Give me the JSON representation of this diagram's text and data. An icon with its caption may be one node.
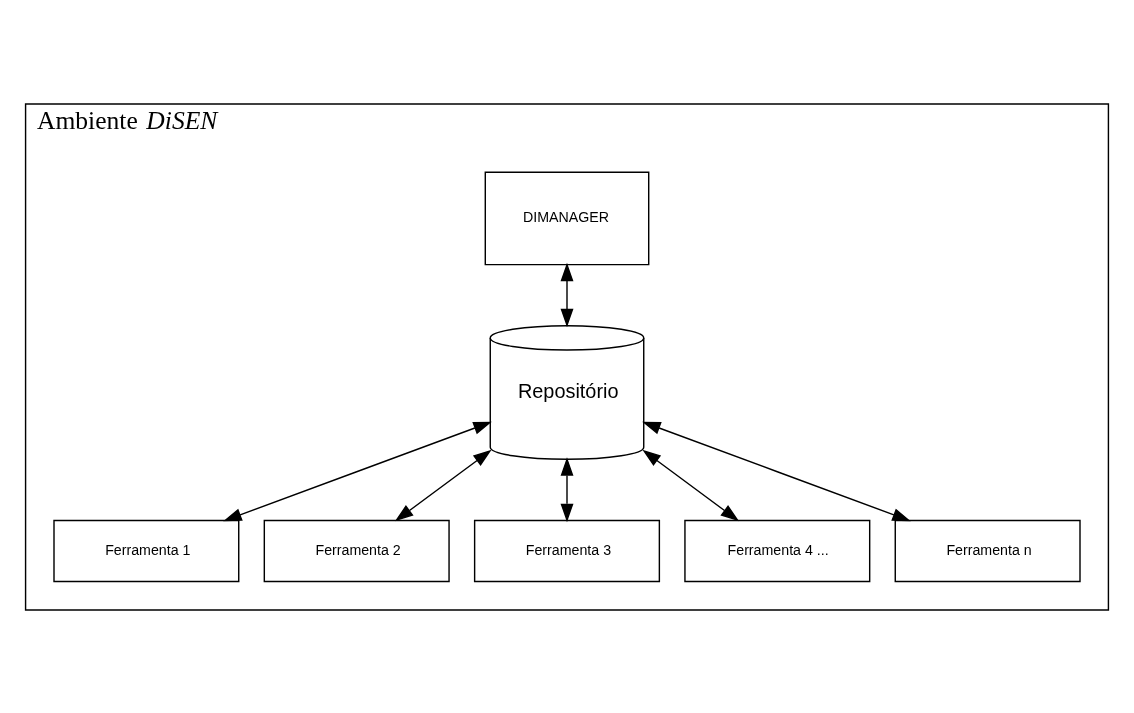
{
  "diagram": {
    "nodes": [
      {
        "text": [
          "Ambiente *DiSEN*"
        ]
      },
      {
        "text": [
          "DIMANAGER"
        ],
        "in": 0
      },
      {
        "text": [
          "Repositório"
        ],
        "in": 0
      },
      {
        "text": [
          "Ferramenta 1"
        ],
        "in": 0
      },
      {
        "text": [
          "Ferramenta 2"
        ],
        "in": 0
      },
      {
        "text": [
          "Ferramenta 3"
        ],
        "in": 0
      },
      {
        "text": [
          "Ferramenta 4 ..."
        ],
        "in": 0
      },
      {
        "text": [
          "Ferramenta n"
        ],
        "in": 0
      }
    ],
    "edges": [
      {
        "from": 1,
        "to": 2,
        "arrow": "both"
      },
      {
        "from": 2,
        "to": 3,
        "arrow": "both"
      },
      {
        "from": 2,
        "to": 4,
        "arrow": "both"
      },
      {
        "from": 2,
        "to": 5,
        "arrow": "both"
      },
      {
        "from": 2,
        "to": 6,
        "arrow": "both"
      },
      {
        "from": 2,
        "to": 7,
        "arrow": "both"
      }
    ]
  }
}
